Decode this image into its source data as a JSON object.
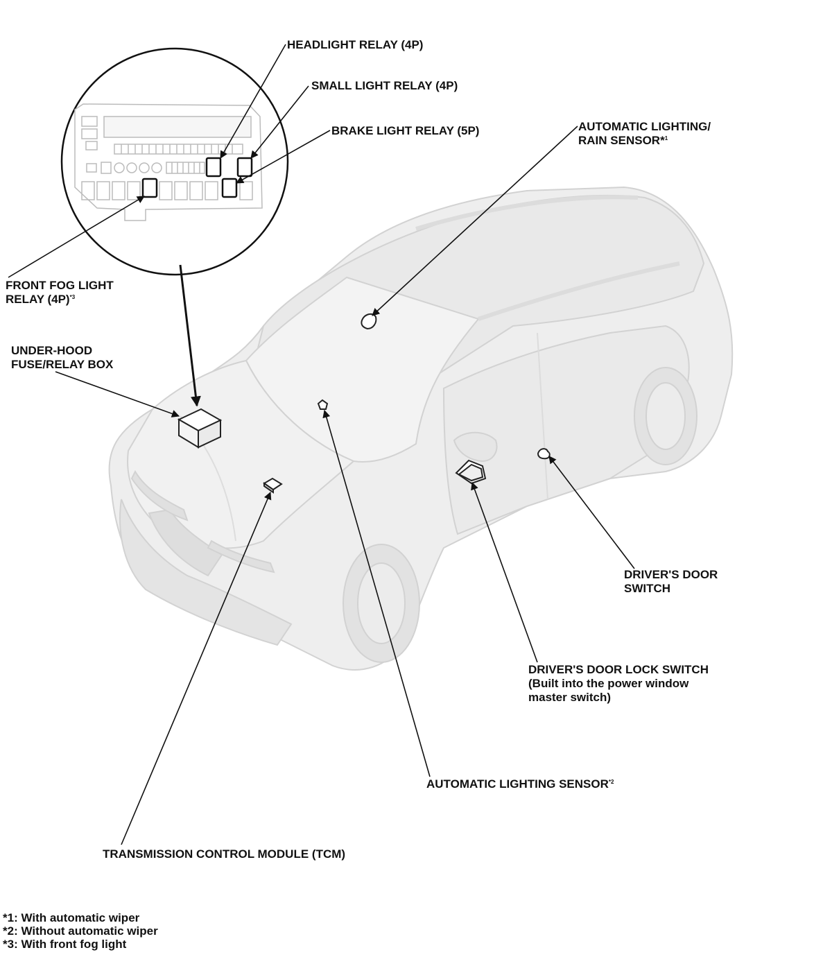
{
  "labels": {
    "headlight_relay": "HEADLIGHT RELAY (4P)",
    "small_light_relay": "SMALL LIGHT RELAY (4P)",
    "brake_light_relay": "BRAKE LIGHT RELAY (5P)",
    "auto_lighting_rain_sensor": {
      "line1": "AUTOMATIC LIGHTING/",
      "line2": "RAIN SENSOR*",
      "mark": "1"
    },
    "front_fog_light_relay": {
      "line1": "FRONT FOG LIGHT",
      "line2": "RELAY (4P)",
      "mark": "*3"
    },
    "under_hood_box": {
      "line1": "UNDER-HOOD",
      "line2": "FUSE/RELAY BOX"
    },
    "drivers_door_switch": {
      "line1": "DRIVER'S DOOR",
      "line2": "SWITCH"
    },
    "drivers_door_lock_switch": {
      "line1": "DRIVER'S DOOR LOCK SWITCH",
      "line2": "(Built into the power window",
      "line3": "master switch)"
    },
    "auto_lighting_sensor": {
      "text": "AUTOMATIC LIGHTING SENSOR",
      "mark": "*2"
    },
    "tcm": "TRANSMISSION CONTROL MODULE (TCM)"
  },
  "notes": [
    "*1: With automatic wiper",
    "*2: Without automatic wiper",
    "*3: With front fog light"
  ],
  "colors": {
    "car_body": "#eeeeee",
    "car_outline": "#d4d4d4",
    "leader_line": "#111111",
    "component_fill": "#ffffff"
  }
}
